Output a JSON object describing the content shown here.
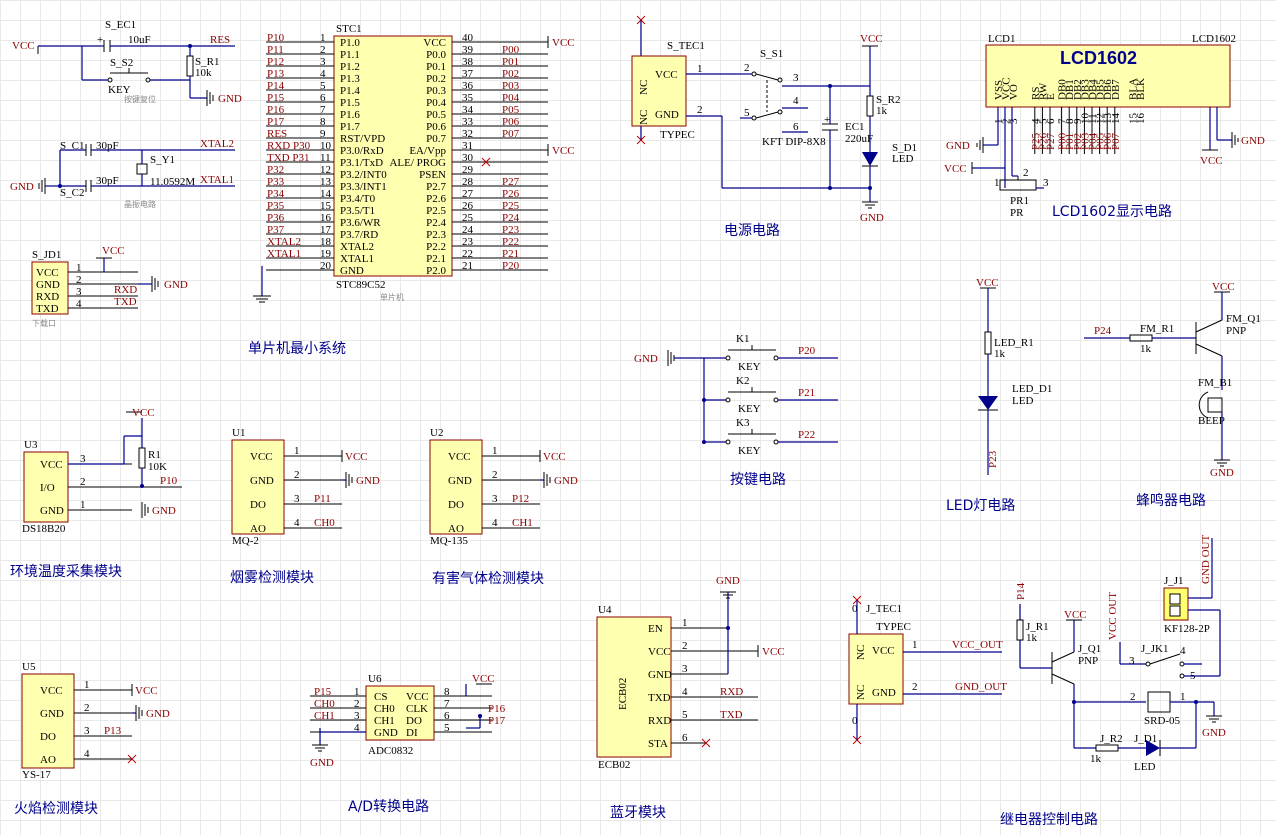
{
  "titles": {
    "mcu": "单片机最小系统",
    "power": "电源电路",
    "lcd": "LCD1602显示电路",
    "keys": "按键电路",
    "led": "LED灯电路",
    "buzzer": "蜂鸣器电路",
    "temp": "环境温度采集模块",
    "smoke": "烟雾检测模块",
    "gas": "有害气体检测模块",
    "fire": "火焰检测模块",
    "adc": "A/D转换电路",
    "bt": "蓝牙模块",
    "relay": "继电器控制电路"
  },
  "mcu": {
    "ref": "STC1",
    "part": "STC89C52",
    "sub": "单片机",
    "left_pins": [
      {
        "num": "1",
        "name": "P1.0",
        "net": "P10"
      },
      {
        "num": "2",
        "name": "P1.1",
        "net": "P11"
      },
      {
        "num": "3",
        "name": "P1.2",
        "net": "P12"
      },
      {
        "num": "4",
        "name": "P1.3",
        "net": "P13"
      },
      {
        "num": "5",
        "name": "P1.4",
        "net": "P14"
      },
      {
        "num": "6",
        "name": "P1.5",
        "net": "P15"
      },
      {
        "num": "7",
        "name": "P1.6",
        "net": "P16"
      },
      {
        "num": "8",
        "name": "P1.7",
        "net": "P17"
      },
      {
        "num": "9",
        "name": "RST/VPD",
        "net": "RES"
      },
      {
        "num": "10",
        "name": "P3.0/RxD",
        "net": "RXD P30"
      },
      {
        "num": "11",
        "name": "P3.1/TxD",
        "net": "TXD P31"
      },
      {
        "num": "12",
        "name": "P3.2/INT0",
        "net": "P32"
      },
      {
        "num": "13",
        "name": "P3.3/INT1",
        "net": "P33"
      },
      {
        "num": "14",
        "name": "P3.4/T0",
        "net": "P34"
      },
      {
        "num": "15",
        "name": "P3.5/T1",
        "net": "P35"
      },
      {
        "num": "16",
        "name": "P3.6/WR",
        "net": "P36"
      },
      {
        "num": "17",
        "name": "P3.7/RD",
        "net": "P37"
      },
      {
        "num": "18",
        "name": "XTAL2",
        "net": "XTAL2"
      },
      {
        "num": "19",
        "name": "XTAL1",
        "net": "XTAL1"
      },
      {
        "num": "20",
        "name": "GND",
        "net": ""
      }
    ],
    "right_pins": [
      {
        "num": "40",
        "name": "VCC",
        "net": "VCC"
      },
      {
        "num": "39",
        "name": "P0.0",
        "net": "P00"
      },
      {
        "num": "38",
        "name": "P0.1",
        "net": "P01"
      },
      {
        "num": "37",
        "name": "P0.2",
        "net": "P02"
      },
      {
        "num": "36",
        "name": "P0.3",
        "net": "P03"
      },
      {
        "num": "35",
        "name": "P0.4",
        "net": "P04"
      },
      {
        "num": "34",
        "name": "P0.5",
        "net": "P05"
      },
      {
        "num": "33",
        "name": "P0.6",
        "net": "P06"
      },
      {
        "num": "32",
        "name": "P0.7",
        "net": "P07"
      },
      {
        "num": "31",
        "name": "EA/Vpp",
        "net": "VCC"
      },
      {
        "num": "30",
        "name": "ALE/ PROG",
        "net": ""
      },
      {
        "num": "29",
        "name": "PSEN",
        "net": ""
      },
      {
        "num": "28",
        "name": "P2.7",
        "net": "P27"
      },
      {
        "num": "27",
        "name": "P2.6",
        "net": "P26"
      },
      {
        "num": "26",
        "name": "P2.5",
        "net": "P25"
      },
      {
        "num": "25",
        "name": "P2.4",
        "net": "P24"
      },
      {
        "num": "24",
        "name": "P2.3",
        "net": "P23"
      },
      {
        "num": "23",
        "name": "P2.2",
        "net": "P22"
      },
      {
        "num": "22",
        "name": "P2.1",
        "net": "P21"
      },
      {
        "num": "21",
        "name": "P2.0",
        "net": "P20"
      }
    ]
  },
  "reset": {
    "cap_ref": "S_EC1",
    "cap_val": "10uF",
    "sw_ref": "S_S2",
    "sw_val": "KEY",
    "res_ref": "S_R1",
    "res_val": "10k",
    "net": "RES",
    "note": "按键复位",
    "vcc": "VCC",
    "gnd": "GND"
  },
  "crystal": {
    "c1": "S_C1",
    "c2": "S_C2",
    "cval": "30pF",
    "y1": "S_Y1",
    "yval": "11.0592M",
    "n1": "XTAL2",
    "n2": "XTAL1",
    "note": "晶振电路",
    "gnd": "GND"
  },
  "download": {
    "ref": "S_JD1",
    "pins": [
      "VCC",
      "GND",
      "RXD",
      "TXD"
    ],
    "nums": [
      "1",
      "2",
      "3",
      "4"
    ],
    "nets": [
      "VCC",
      "GND",
      "RXD",
      "TXD"
    ],
    "note": "下载口"
  },
  "power": {
    "ref": "S_TEC1",
    "nc1": "NC",
    "nc2": "NC",
    "vcc": "VCC",
    "gnd": "GND",
    "type": "TYPEC",
    "sw": "S_S1",
    "sw_part": "KFT DIP-8X8",
    "cap": "EC1",
    "cap_val": "220uF",
    "res": "S_R2",
    "res_val": "1k",
    "led": "S_D1",
    "led_val": "LED",
    "vcc_net": "VCC",
    "gnd_net": "GND",
    "nums": [
      "1",
      "2",
      "2",
      "3",
      "4",
      "5",
      "6"
    ]
  },
  "lcd": {
    "ref": "LCD1",
    "title": "LCD1602",
    "ref2": "LCD1602",
    "pins": [
      "VSS",
      "VCC",
      "VO",
      "RS",
      "RW",
      "E",
      "DB0",
      "DB1",
      "DB2",
      "DB3",
      "DB4",
      "DB5",
      "DB6",
      "DB7",
      "BLA",
      "BLK"
    ],
    "nums": [
      "1",
      "2",
      "3",
      "4",
      "5",
      "6",
      "7",
      "8",
      "9",
      "10",
      "11",
      "12",
      "13",
      "14",
      "15",
      "16"
    ],
    "nets": [
      "P25",
      "P26",
      "P27",
      "P00",
      "P01",
      "P02",
      "P03",
      "P04",
      "P05",
      "P06",
      "P07"
    ],
    "pr": "PR1",
    "pr_val": "PR",
    "gnd": "GND",
    "vcc": "VCC",
    "pr_nums": [
      "1",
      "2",
      "3"
    ]
  },
  "keys": {
    "gnd": "GND",
    "items": [
      {
        "ref": "K1",
        "val": "KEY",
        "net": "P20"
      },
      {
        "ref": "K2",
        "val": "KEY",
        "net": "P21"
      },
      {
        "ref": "K3",
        "val": "KEY",
        "net": "P22"
      }
    ]
  },
  "led": {
    "vcc": "VCC",
    "res": "LED_R1",
    "res_val": "1k",
    "led": "LED_D1",
    "led_val": "LED",
    "net": "P23"
  },
  "buzzer": {
    "vcc": "VCC",
    "net": "P24",
    "res": "FM_R1",
    "res_val": "1k",
    "q": "FM_Q1",
    "q_val": "PNP",
    "b": "FM_B1",
    "b_val": "BEEP",
    "gnd": "GND"
  },
  "temp": {
    "ref": "U3",
    "part": "DS18B20",
    "pins": [
      "VCC",
      "I/O",
      "GND"
    ],
    "nums": [
      "3",
      "2",
      "1"
    ],
    "vcc": "VCC",
    "r": "R1",
    "r_val": "10K",
    "net": "P10",
    "gnd": "GND"
  },
  "mq2": {
    "ref": "U1",
    "part": "MQ-2",
    "pins": [
      "VCC",
      "GND",
      "DO",
      "AO"
    ],
    "nums": [
      "1",
      "2",
      "3",
      "4"
    ],
    "nets": [
      "VCC",
      "GND",
      "P11",
      "CH0"
    ]
  },
  "mq135": {
    "ref": "U2",
    "part": "MQ-135",
    "pins": [
      "VCC",
      "GND",
      "DO",
      "AO"
    ],
    "nums": [
      "1",
      "2",
      "3",
      "4"
    ],
    "nets": [
      "VCC",
      "GND",
      "P12",
      "CH1"
    ]
  },
  "fire": {
    "ref": "U5",
    "part": "YS-17",
    "pins": [
      "VCC",
      "GND",
      "DO",
      "AO"
    ],
    "nums": [
      "1",
      "2",
      "3",
      "4"
    ],
    "nets": [
      "VCC",
      "GND",
      "P13",
      ""
    ]
  },
  "adc": {
    "ref": "U6",
    "part": "ADC0832",
    "left": [
      "CS",
      "CH0",
      "CH1",
      "GND"
    ],
    "right": [
      "VCC",
      "CLK",
      "DO",
      "DI"
    ],
    "lnums": [
      "1",
      "2",
      "3",
      "4"
    ],
    "rnums": [
      "8",
      "7",
      "6",
      "5"
    ],
    "lnets": [
      "P15",
      "CH0",
      "CH1",
      ""
    ],
    "rnets": [
      "VCC",
      "P16",
      "P17",
      ""
    ],
    "gnd": "GND"
  },
  "bt": {
    "ref": "U4",
    "part": "ECB02",
    "body": "ECB02",
    "pins": [
      "EN",
      "VCC",
      "GND",
      "TXD",
      "RXD",
      "STA"
    ],
    "nums": [
      "1",
      "2",
      "3",
      "4",
      "5",
      "6"
    ],
    "nets": [
      "",
      "VCC",
      "",
      "RXD",
      "TXD",
      ""
    ],
    "gnd": "GND"
  },
  "tec": {
    "ref": "J_TEC1",
    "type": "TYPEC",
    "nc1": "NC",
    "nc2": "NC",
    "vcc": "VCC",
    "gnd": "GND",
    "out1": "VCC_OUT",
    "out2": "GND_OUT",
    "nums": [
      "1",
      "2"
    ],
    "zeros": [
      "0",
      "0"
    ]
  },
  "relay": {
    "net": "P14",
    "r1": "J_R1",
    "r1_val": "1k",
    "vcc": "VCC",
    "q": "J_Q1",
    "q_val": "PNP",
    "vcc_out": "VCC OUT",
    "gnd_out": "GND OUT",
    "jack": "J_J1",
    "jack_part": "KF128-2P",
    "rel": "J_JK1",
    "rel_part": "SRD-05",
    "r2": "J_R2",
    "r2_val": "1k",
    "d": "J_D1",
    "d_val": "LED",
    "gnd": "GND",
    "nums": [
      "1",
      "2",
      "3",
      "4",
      "5",
      "2",
      "1"
    ]
  }
}
